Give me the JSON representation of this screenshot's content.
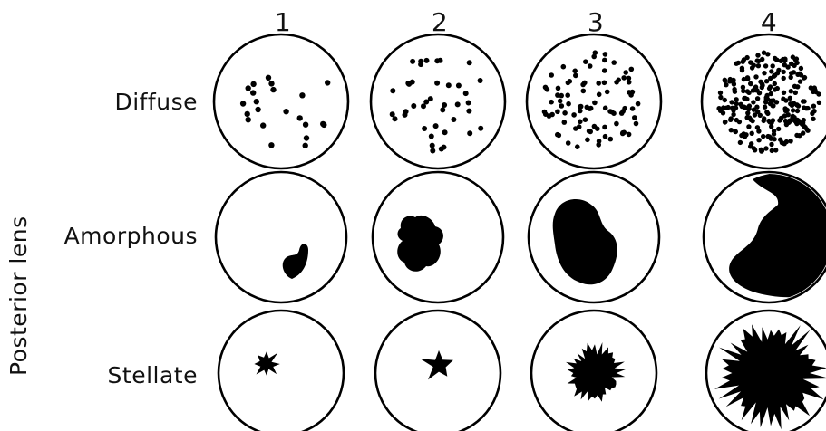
{
  "axis_label": "Posterior lens",
  "columns": [
    "1",
    "2",
    "3",
    "4"
  ],
  "rows": [
    {
      "label": "Diffuse"
    },
    {
      "label": "Amorphous"
    },
    {
      "label": "Stellate"
    }
  ]
}
